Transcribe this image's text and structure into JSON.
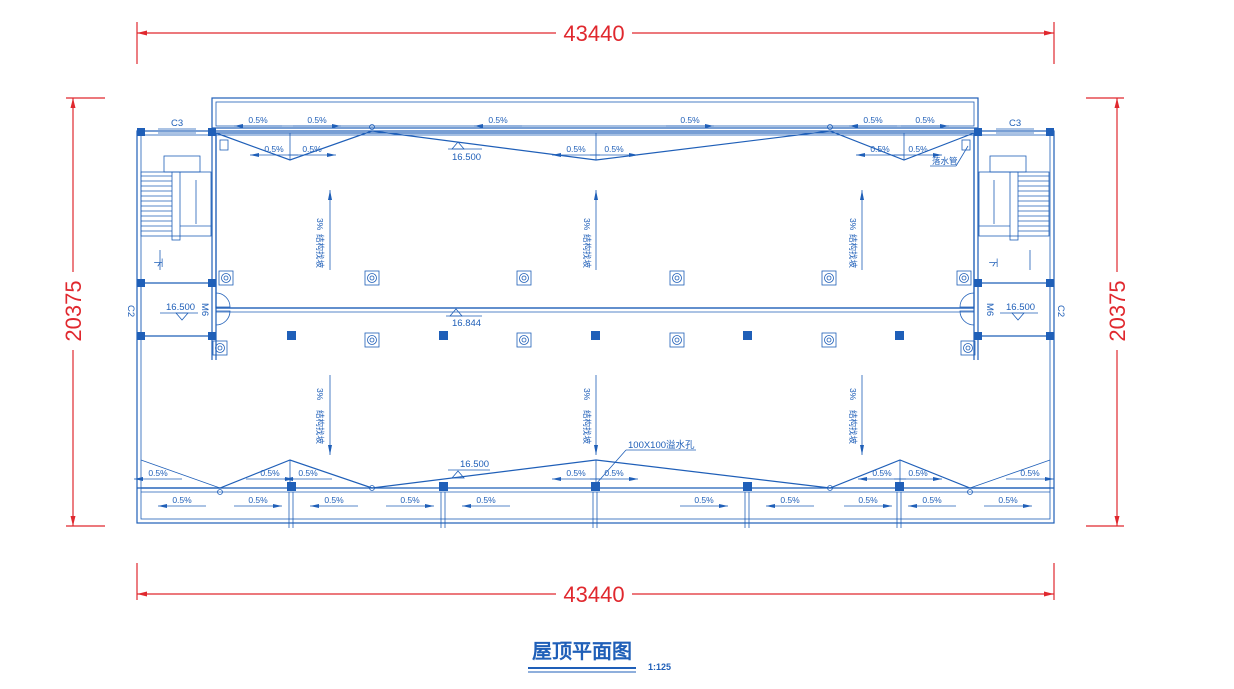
{
  "dimensions": {
    "top": "43440",
    "bottom": "43440",
    "left": "20375",
    "right": "20375"
  },
  "title": {
    "main": "屋顶平面图",
    "scale": "1:125"
  },
  "labels": {
    "slope_gutter": "0.5%",
    "slope_roof": "3%",
    "elev_top": "16.500",
    "elev_mid": "16.844",
    "elev_bottom": "16.500",
    "elev_left": "16.500",
    "elev_right": "16.500",
    "window_c3": "C3",
    "window_c2": "C2",
    "door_m6": "M6",
    "stair_down": "下",
    "hole_note": "100X100溢水孔",
    "drain_note": "落水管",
    "slope_note": "结构找坡"
  },
  "icons": {
    "roof_drain": "roof-drain-icon",
    "column": "column-icon",
    "elevation_marker": "elevation-triangle-icon"
  },
  "colors": {
    "linework": "#1f5fb8",
    "dimension": "#e0282e",
    "background": "#ffffff"
  }
}
